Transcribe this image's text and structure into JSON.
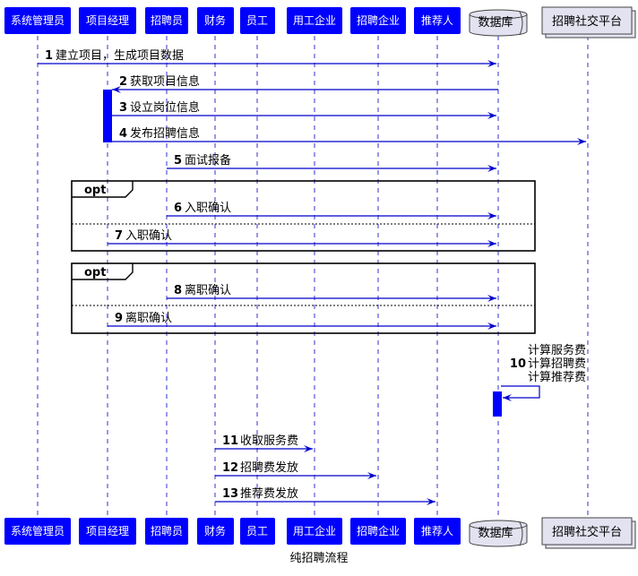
{
  "caption": "纯招聘流程",
  "colors": {
    "participant_fill": "#0000ff",
    "participant_text": "#ffffff",
    "arrow": "#0000cc",
    "lifeline": "#3333cc",
    "activation": "#0000ff",
    "db_fill": "#e2e2f0",
    "frame": "#000000"
  },
  "participants": [
    {
      "id": "sysadmin",
      "label": "系统管理员",
      "shape": "box"
    },
    {
      "id": "pm",
      "label": "项目经理",
      "shape": "box"
    },
    {
      "id": "recruiter",
      "label": "招聘员",
      "shape": "box"
    },
    {
      "id": "finance",
      "label": "财务",
      "shape": "box"
    },
    {
      "id": "employee",
      "label": "员工",
      "shape": "box"
    },
    {
      "id": "employer",
      "label": "用工企业",
      "shape": "box"
    },
    {
      "id": "agency",
      "label": "招聘企业",
      "shape": "box"
    },
    {
      "id": "referrer",
      "label": "推荐人",
      "shape": "box"
    },
    {
      "id": "db",
      "label": "数据库",
      "shape": "database"
    },
    {
      "id": "platform",
      "label": "招聘社交平台",
      "shape": "collections"
    }
  ],
  "messages": [
    {
      "num": "1",
      "from": "sysadmin",
      "to": "db",
      "lines": [
        "建立项目，生成项目数据"
      ]
    },
    {
      "num": "2",
      "from": "db",
      "to": "pm",
      "lines": [
        "获取项目信息"
      ]
    },
    {
      "num": "3",
      "from": "pm",
      "to": "db",
      "lines": [
        "设立岗位信息"
      ]
    },
    {
      "num": "4",
      "from": "pm",
      "to": "platform",
      "lines": [
        "发布招聘信息"
      ]
    },
    {
      "num": "5",
      "from": "recruiter",
      "to": "db",
      "lines": [
        "面试报备"
      ]
    },
    {
      "num": "6",
      "from": "recruiter",
      "to": "db",
      "lines": [
        "入职确认"
      ]
    },
    {
      "num": "7",
      "from": "pm",
      "to": "db",
      "lines": [
        "入职确认"
      ]
    },
    {
      "num": "8",
      "from": "recruiter",
      "to": "db",
      "lines": [
        "离职确认"
      ]
    },
    {
      "num": "9",
      "from": "pm",
      "to": "db",
      "lines": [
        "离职确认"
      ]
    },
    {
      "num": "10",
      "from": "db",
      "to": "db",
      "lines": [
        "计算服务费",
        "计算招聘费",
        "计算推荐费"
      ]
    },
    {
      "num": "11",
      "from": "finance",
      "to": "employer",
      "lines": [
        "收取服务费"
      ]
    },
    {
      "num": "12",
      "from": "finance",
      "to": "agency",
      "lines": [
        "招聘费发放"
      ]
    },
    {
      "num": "13",
      "from": "finance",
      "to": "referrer",
      "lines": [
        "推荐费发放"
      ]
    }
  ],
  "fragments": [
    {
      "keyword": "opt"
    },
    {
      "keyword": "opt"
    }
  ]
}
